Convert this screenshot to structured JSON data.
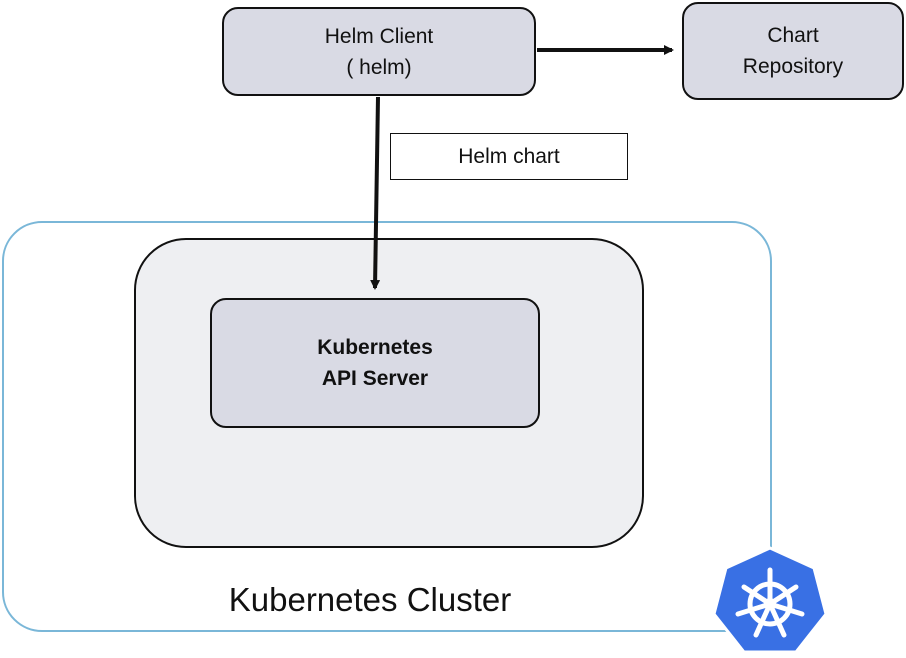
{
  "nodes": {
    "helm_client": {
      "line1": "Helm Client",
      "line2": "( helm)"
    },
    "chart_repository": {
      "line1": "Chart",
      "line2": "Repository"
    },
    "api_server": {
      "line1": "Kubernetes",
      "line2": "API Server"
    }
  },
  "edge_label": "Helm chart",
  "cluster_label": "Kubernetes Cluster",
  "logo": {
    "icon": "kubernetes-helm-wheel-icon",
    "color": "#3970e4"
  },
  "colors": {
    "node_fill": "#d9dae4",
    "cluster_inner_fill": "#eeeff2",
    "cluster_outline": "#7ab7d8",
    "stroke": "#111111"
  }
}
